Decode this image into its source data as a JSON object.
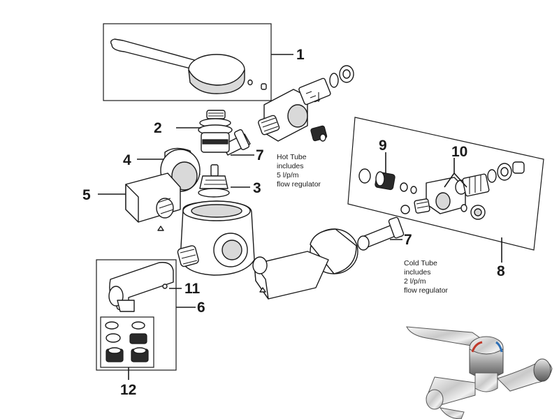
{
  "callouts": {
    "c1": "1",
    "c2": "2",
    "c3": "3",
    "c4": "4",
    "c5": "5",
    "c6": "6",
    "c7a": "7",
    "c7b": "7",
    "c8": "8",
    "c9": "9",
    "c10": "10",
    "c11": "11",
    "c12": "12"
  },
  "notes": {
    "hot_tube": [
      "Hot Tube",
      "includes",
      "5 l/p/m",
      "flow regulator"
    ],
    "cold_tube": [
      "Cold Tube",
      "includes",
      "2 l/p/m",
      "flow regulator"
    ]
  },
  "colors": {
    "line": "#1a1a1a",
    "chrome_light": "#f2f2f2",
    "chrome_dark": "#7a7a7a",
    "hot_accent": "#c0392b",
    "cold_accent": "#2e6fb5"
  }
}
